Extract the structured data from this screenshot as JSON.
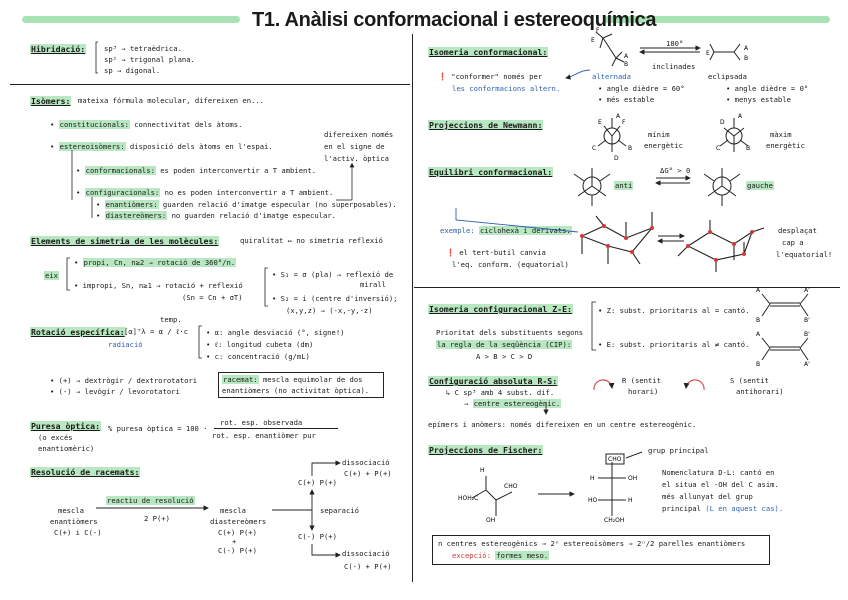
{
  "title": "T1. Anàlisi conformacional i estereoquímica",
  "left": {
    "hibridacio": {
      "heading": "Hibridació:",
      "items": [
        "sp³ → tetraèdrica.",
        "sp² → trigonal plana.",
        "sp → digonal."
      ]
    },
    "isomers": {
      "heading": "Isòmers:",
      "intro": "mateixa fórmula molecular, difereixen en...",
      "constitucionals_label": "constitucionals:",
      "constitucionals_text": "connectivitat dels àtoms.",
      "estereoisomers_label": "estereoisòmers:",
      "estereoisomers_text": "disposició dels àtoms en l'espai.",
      "side_note": [
        "difereixen només",
        "en el signe de",
        "l'activ. òptica"
      ],
      "conformacionals_label": "conformacionals:",
      "conformacionals_text": "es poden interconvertir a T ambient.",
      "configuracionals_label": "configuracionals:",
      "configuracionals_text": "no es poden interconvertir a T ambient.",
      "enantiomers_label": "enantiòmers:",
      "enantiomers_text": "guarden relació d'imatge especular (no superposables).",
      "diastereomers_label": "diastereòmers:",
      "diastereomers_text": "no guarden relació d'imatge especular."
    },
    "simetria": {
      "heading": "Elements de simetria de les molècules:",
      "relation": "quiralitat ↔ no simetria reflexió",
      "eix_label": "eix",
      "propi": "propi, Cn, n≥2 → rotació de 360°/n.",
      "impropi": "impropi, Sn, n≥1 → rotació + reflexió",
      "impropi_formula": "(Sn = Cn + σT)",
      "s1": "S₁ = σ (pla) → reflexió de",
      "s1b": "mirall",
      "s2": "S₂ = i (centre d'inversió);",
      "s2b": "(x,y,z) → (-x,-y,-z)"
    },
    "rotacio": {
      "heading": "Rotació específica:",
      "formula": "[α]ᵀλ = α / ℓ·c",
      "temp": "temp.",
      "radiacio": "radiació",
      "defs": [
        "α: angle desviació (°, signe!)",
        "ℓ: longitud cubeta (dm)",
        "c: concentració (g/mL)"
      ],
      "dextro": "(+) → dextrògir / dextrorotatori",
      "levo": "(-) → levògir / levorotatori",
      "racemat_label": "racemat:",
      "racemat_text": "mescla equimolar de dos",
      "racemat_text2": "enantiòmers (no activitat òptica)."
    },
    "puresa": {
      "heading": "Puresa òptica:",
      "formula": "% puresa òptica = 100 ·",
      "numerator": "rot. esp. observada",
      "denominator": "rot. esp. enantiòmer pur",
      "note": [
        "(o excés",
        "enantiomèric)"
      ]
    },
    "resolucio": {
      "heading": "Resolució de racemats:",
      "mescla_enant": [
        "mescla",
        "enantiòmers",
        "C(+) i C(-)"
      ],
      "reactiu": "reactiu de resolució",
      "reagent": "2 P(+)",
      "mescla_diast": [
        "mescla",
        "diastereòmers",
        "C(+) P(+)",
        "+",
        "C(-) P(+)"
      ],
      "separacio": "separació",
      "cp_top": "C(+) P(+)",
      "cp_bot": "C(-) P(+)",
      "dissociacio": "dissociació",
      "products_top": "C(+) + P(+)",
      "products_bot": "C(-) + P(+)"
    }
  },
  "right": {
    "conformacional": {
      "heading": "Isomeria conformacional:",
      "note_a": "\"conformer\" només per",
      "note_b": "les conformacions altern.",
      "angle": "180°",
      "inclinades": "inclinades",
      "alternada": "alternada",
      "eclipsada": "eclipsada",
      "alt_props": [
        "angle dièdre = 60°",
        "més estable"
      ],
      "ecl_props": [
        "angle dièdre = 0°",
        "menys estable"
      ]
    },
    "newmann": {
      "heading": "Projeccions de Newmann:",
      "minim": [
        "mínim",
        "energètic"
      ],
      "maxim": [
        "màxim",
        "energètic"
      ]
    },
    "equilibri": {
      "heading": "Equilibri conformacional:",
      "anti": "anti",
      "gauche": "gauche",
      "dG": "ΔG° > 0",
      "exemple_label": "exemple:",
      "exemple_text": "ciclohexà i derivats.",
      "tbutil": "el tert-butil canvia",
      "tbutil2": "l'eq. conform. (equatorial)",
      "desplacat": [
        "desplaçat",
        "cap a",
        "l'equatorial!"
      ]
    },
    "ze": {
      "heading": "Isomeria configuracional Z-E:",
      "z": "Z: subst. prioritaris al = cantó.",
      "e": "E: subst. prioritaris al ≠ cantó.",
      "prioritat": "Prioritat dels substituents segons",
      "regla": "la regla de la seqüència (CIP):",
      "order": "A > B > C > D"
    },
    "rs": {
      "heading": "Configuració absoluta R-S:",
      "csp3": "C sp³ amb 4 subst. dif.",
      "centre": "centre estereogènic.",
      "r": "R (sentit",
      "r2": "horari)",
      "s": "S (sentit",
      "s2": "antihorari)",
      "epimers": "epímers i anòmers: només difereixen en un centre estereogènic."
    },
    "fischer": {
      "heading": "Projeccions de Fischer:",
      "grup": "grup principal",
      "nomen": [
        "Nomenclatura D-L: cantó en",
        "el situa el -OH del C asim.",
        "més allunyat del grup",
        "principal"
      ],
      "nomen_blue": "(L en aquest cas).",
      "formula": "n centres estereogènics ⇒ 2ⁿ estereoisòmers ⇒ 2ⁿ/2 parelles enantiòmers",
      "excepcio": "excepció:",
      "formes": "formes meso."
    }
  },
  "colors": {
    "highlight": "#b9e7c2",
    "accent_blue": "#2e5fb0",
    "accent_red": "#d23a3a",
    "bar": "#a9e3b5"
  }
}
